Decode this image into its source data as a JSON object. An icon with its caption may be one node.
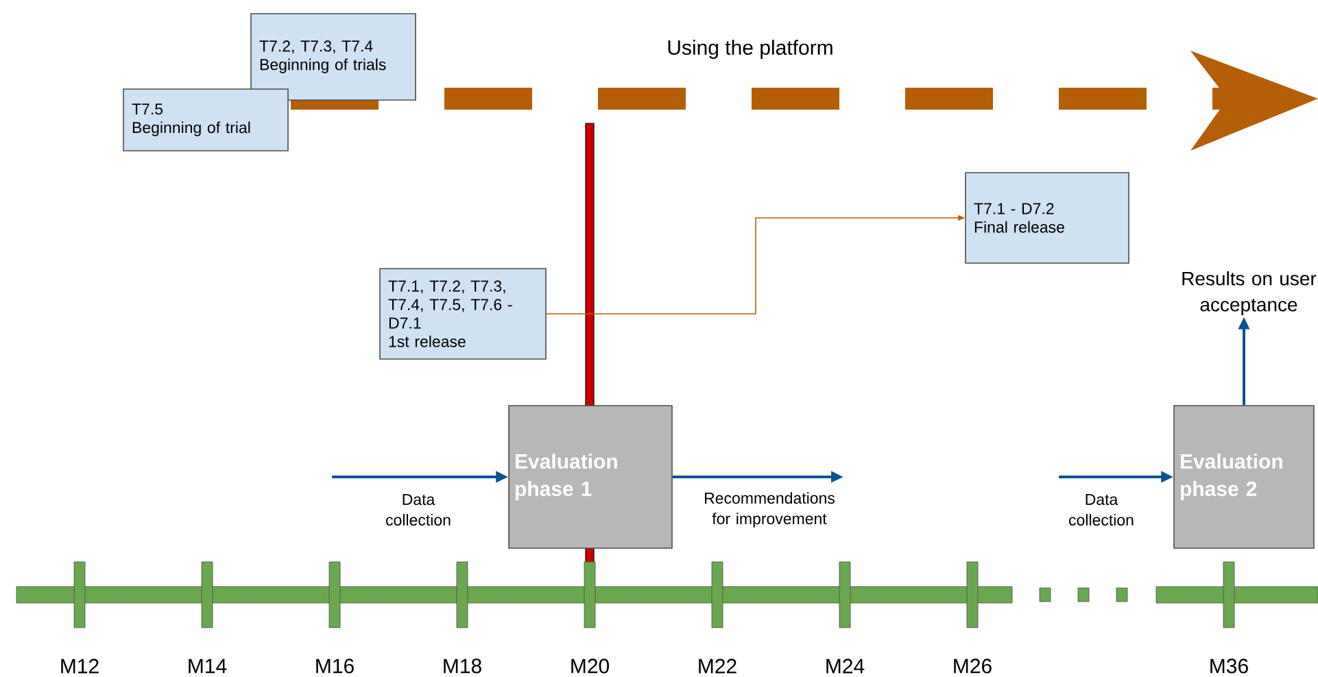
{
  "diagram": {
    "nodes": [
      {
        "text": [
          "T7.2, T7.3, T7.4",
          "Beginning of trials"
        ]
      },
      {
        "text": [
          "T7.5",
          "Beginning of trial"
        ]
      },
      {
        "text": [
          "T7.1, T7.2, T7.3, T7.4, T7.5, T7.6 - D7.1",
          "1st release"
        ]
      },
      {
        "text": [
          "T7.1 - D7.2",
          "Final release"
        ]
      },
      {
        "text": [
          "Evaluation phase 1"
        ]
      },
      {
        "text": [
          "Evaluation phase 2"
        ]
      },
      {
        "text": [
          "Results on user acceptance"
        ]
      }
    ],
    "edges": [
      {
        "from": 2,
        "to": 3,
        "arrow": "to",
        "color": "#b45f06"
      },
      {
        "from": null,
        "to": 4,
        "arrow": "to",
        "label": "Data collection"
      },
      {
        "from": 4,
        "to": null,
        "arrow": "to",
        "label": "Recommendations for improvement"
      },
      {
        "from": null,
        "to": 5,
        "arrow": "to",
        "label": "Data collection"
      },
      {
        "from": 5,
        "to": 6,
        "arrow": "to"
      }
    ],
    "labels": [
      "Using the platform",
      "M12",
      "M14",
      "M16",
      "M18",
      "M20",
      "M22",
      "M24",
      "M26",
      "M36"
    ]
  }
}
